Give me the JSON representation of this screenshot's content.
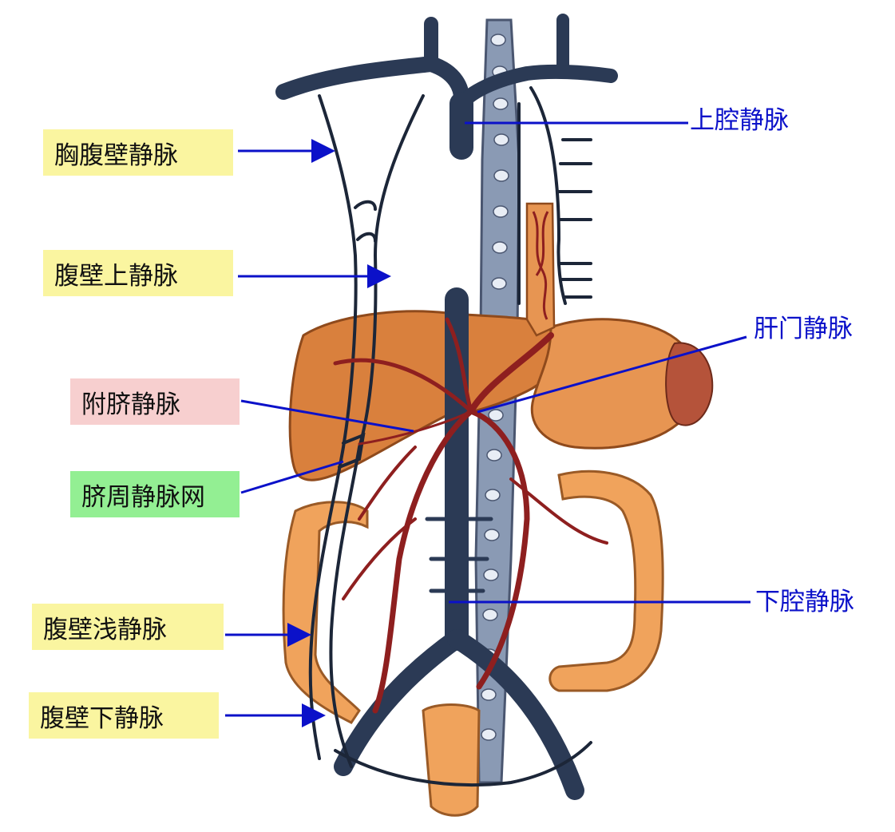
{
  "colors": {
    "vein": "#2b3a55",
    "vein_dark": "#1c2638",
    "artery_portal": "#8e1f1f",
    "liver": "#d9803d",
    "intestine": "#f0a35c",
    "pointer": "#0b11c9",
    "label_yellow": "#faf5a0",
    "label_pink": "#f7cfcf",
    "label_green": "#93ef93"
  },
  "labels": {
    "thoracoepigastric": {
      "text": "胸腹壁静脉",
      "fill": "#faf5a0"
    },
    "superior_epigastric": {
      "text": "腹壁上静脉",
      "fill": "#faf5a0"
    },
    "paraumbilical": {
      "text": "附脐静脉",
      "fill": "#f7cfcf"
    },
    "periumbilical_plexus": {
      "text": "脐周静脉网",
      "fill": "#93ef93"
    },
    "superficial_epigastric": {
      "text": "腹壁浅静脉",
      "fill": "#faf5a0"
    },
    "inferior_epigastric": {
      "text": "腹壁下静脉",
      "fill": "#faf5a0"
    },
    "superior_vena_cava": {
      "text": "上腔静脉"
    },
    "hepatic_portal_vein": {
      "text": "肝门静脉"
    },
    "inferior_vena_cava": {
      "text": "下腔静脉"
    }
  }
}
